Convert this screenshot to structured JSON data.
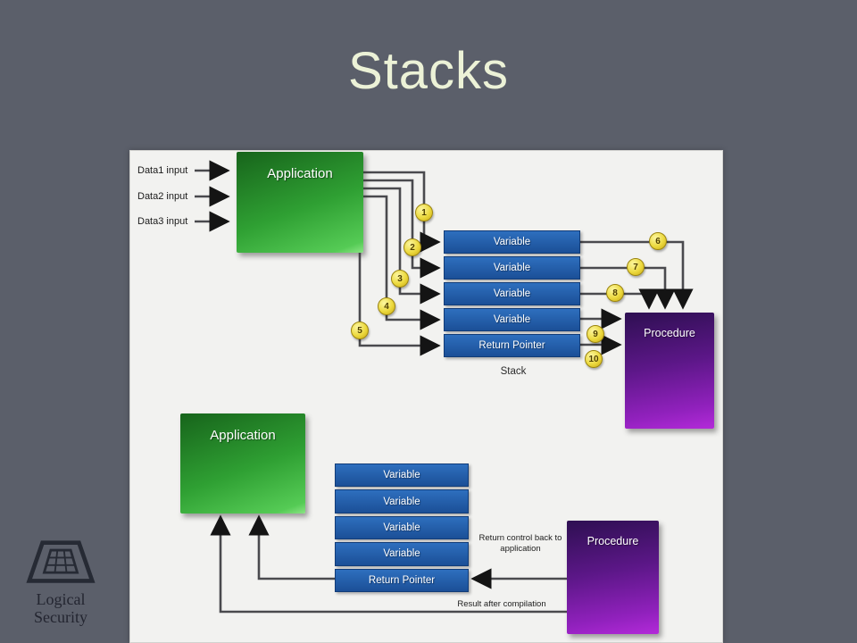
{
  "slide": {
    "title": "Stacks"
  },
  "logo": {
    "line1": "Logical",
    "line2": "Security"
  },
  "diagram": {
    "inputs": [
      "Data1 input",
      "Data2 input",
      "Data3 input"
    ],
    "top": {
      "application_label": "Application",
      "stack_rows": [
        "Variable",
        "Variable",
        "Variable",
        "Variable",
        "Return Pointer"
      ],
      "stack_caption": "Stack",
      "procedure_label": "Procedure",
      "left_badges": [
        "1",
        "2",
        "3",
        "4",
        "5"
      ],
      "right_badges": [
        "6",
        "7",
        "8",
        "9",
        "10"
      ]
    },
    "bottom": {
      "application_label": "Application",
      "stack_rows": [
        "Variable",
        "Variable",
        "Variable",
        "Variable",
        "Return Pointer"
      ],
      "procedure_label": "Procedure",
      "return_note": "Return control back to application",
      "result_note": "Result after compilation"
    }
  },
  "colors": {
    "background": "#5b5f6a",
    "panel": "#f2f2f0",
    "title_text": "#ecf2d7",
    "application_green": "#2fa033",
    "stack_blue": "#2266b2",
    "procedure_purple": "#8a1fb5",
    "badge_yellow": "#ecd93e",
    "connector_gray": "#4a4a4e"
  }
}
